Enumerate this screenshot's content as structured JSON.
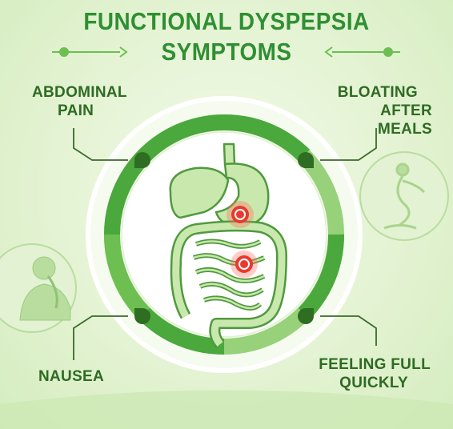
{
  "title_line1": "FUNCTIONAL DYSPEPSIA",
  "title_line2": "SYMPTOMS",
  "symptoms": {
    "abdominal_pain": {
      "line1": "ABDOMINAL",
      "line2": "PAIN"
    },
    "bloating": {
      "line1": "BLOATING",
      "line2": "AFTER MEALS"
    },
    "nausea": {
      "line1": "NAUSEA"
    },
    "feeling_full": {
      "line1": "FEELING FULL",
      "line2": "QUICKLY"
    }
  },
  "colors": {
    "title": "#2f8f32",
    "label": "#2e6b22",
    "ring_dark": "#4aa83c",
    "ring_light": "#97d17a",
    "organ_fill": "#c9e8ad",
    "organ_stroke": "#4f9a3e",
    "pain_marker": "#e83a2e"
  },
  "icons": [
    "digestive-system-icon",
    "person-nausea-icon",
    "bloated-stomach-icon",
    "pain-marker-icon"
  ]
}
